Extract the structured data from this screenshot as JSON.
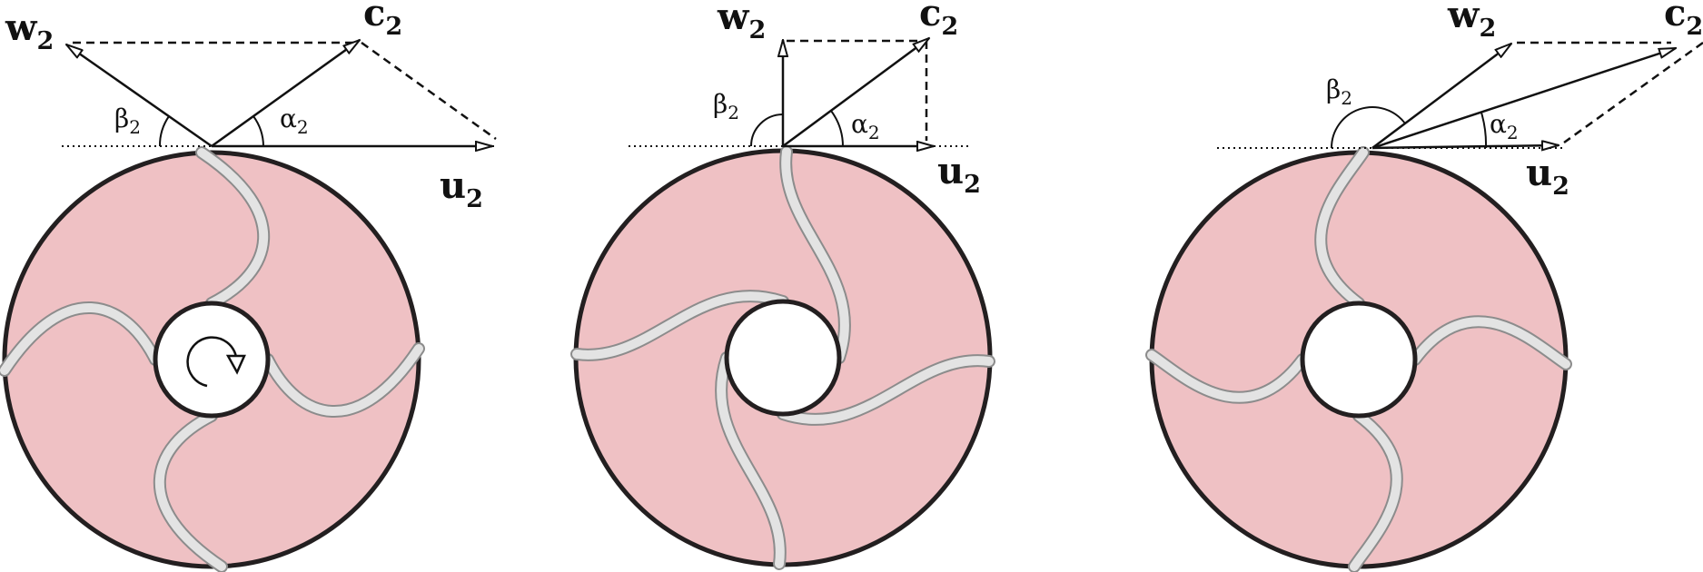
{
  "diagrams": [
    {
      "id": "backward",
      "labels": {
        "w": "w",
        "w_sub": "2",
        "c": "c",
        "c_sub": "2",
        "u": "u",
        "u_sub": "2",
        "alpha": "α",
        "alpha_sub": "2",
        "beta": "β",
        "beta_sub": "2"
      }
    },
    {
      "id": "radial",
      "labels": {
        "w": "w",
        "w_sub": "2",
        "c": "c",
        "c_sub": "2",
        "u": "u",
        "u_sub": "2",
        "alpha": "α",
        "alpha_sub": "2",
        "beta": "β",
        "beta_sub": "2"
      }
    },
    {
      "id": "forward",
      "labels": {
        "w": "w",
        "w_sub": "2",
        "c": "c",
        "c_sub": "2",
        "u": "u",
        "u_sub": "2",
        "alpha": "α",
        "alpha_sub": "2",
        "beta": "β",
        "beta_sub": "2"
      }
    }
  ],
  "colors": {
    "impeller_fill": "#efc1c4",
    "blade_fill": "#e3e3e3",
    "outline": "#231f20",
    "vector": "#111111"
  },
  "rotation_indicator": "rotation-arrow-icon"
}
